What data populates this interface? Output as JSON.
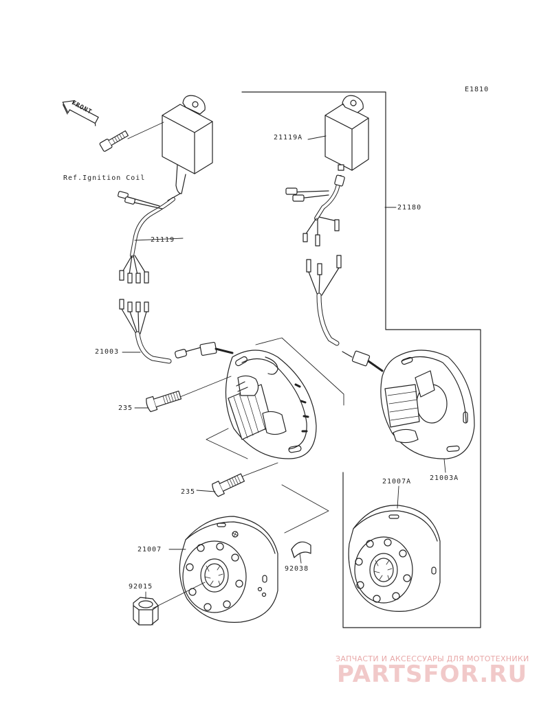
{
  "diagram": {
    "code": "E1810",
    "front_label": "FRONT",
    "ref_label": "Ref.Ignition Coil",
    "parts": {
      "p21119": "21119",
      "p21119A": "21119A",
      "p21180": "21180",
      "p21003": "21003",
      "p21003A": "21003A",
      "p235a": "235",
      "p235b": "235",
      "p21007": "21007",
      "p21007A": "21007A",
      "p92038": "92038",
      "p92015": "92015"
    }
  },
  "watermark": {
    "caption": "ЗАПЧАСТИ И АКСЕССУАРЫ ДЛЯ МОТОТЕХНИКИ",
    "logo": "PARTSFOR.RU"
  }
}
